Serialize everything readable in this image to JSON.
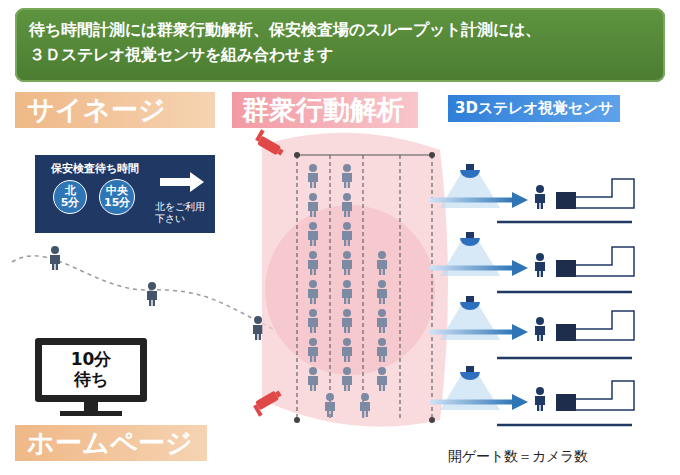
{
  "diagram": {
    "title": "待ち時間計測には群衆行動解析、保安検査場のスループット計測には、３Ｄステレオ視覚センサを組み合わせます",
    "nodes": [
      {
        "text": [
          "サイネージ"
        ]
      },
      {
        "text": [
          "群衆行動解析"
        ]
      },
      {
        "text": [
          "3Dステレオ視覚センサ"
        ]
      },
      {
        "text": [
          "保安検査待ち時間",
          "北をご利用 下さい"
        ]
      },
      {
        "text": [
          "北 5分"
        ],
        "in": 3
      },
      {
        "text": [
          "中央 15分"
        ],
        "in": 3
      },
      {
        "text": [
          "10分 待ち"
        ]
      },
      {
        "text": [
          "ホームページ"
        ]
      }
    ],
    "labels": [
      "開ゲート数＝カメラ数"
    ]
  }
}
